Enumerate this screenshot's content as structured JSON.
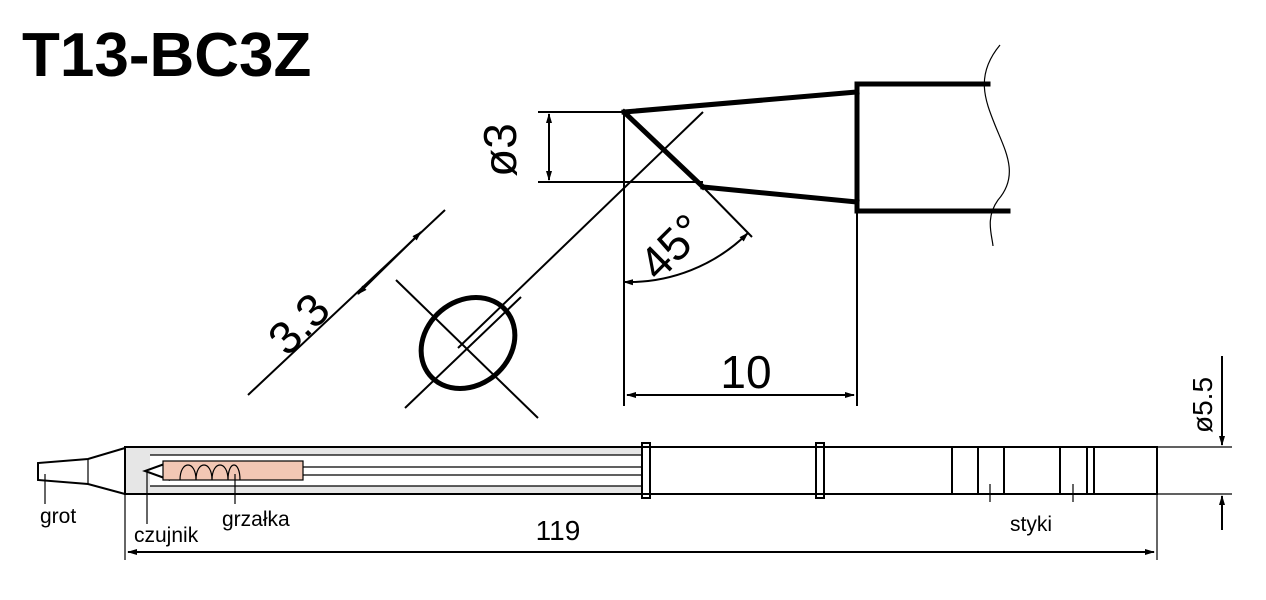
{
  "title": "T13-BC3Z",
  "dimensions": {
    "tip_diameter": "ø3",
    "face_width": "3.3",
    "angle": "45°",
    "tip_length": "10",
    "shaft_diameter": "ø5.5",
    "total_length": "119"
  },
  "labels": {
    "tip": "grot",
    "sensor": "czujnik",
    "heater": "grzałka",
    "contacts": "styki"
  },
  "colors": {
    "line": "#000000",
    "heater_fill": "#f2c7b4",
    "body_shade": "#e6e6e6"
  }
}
